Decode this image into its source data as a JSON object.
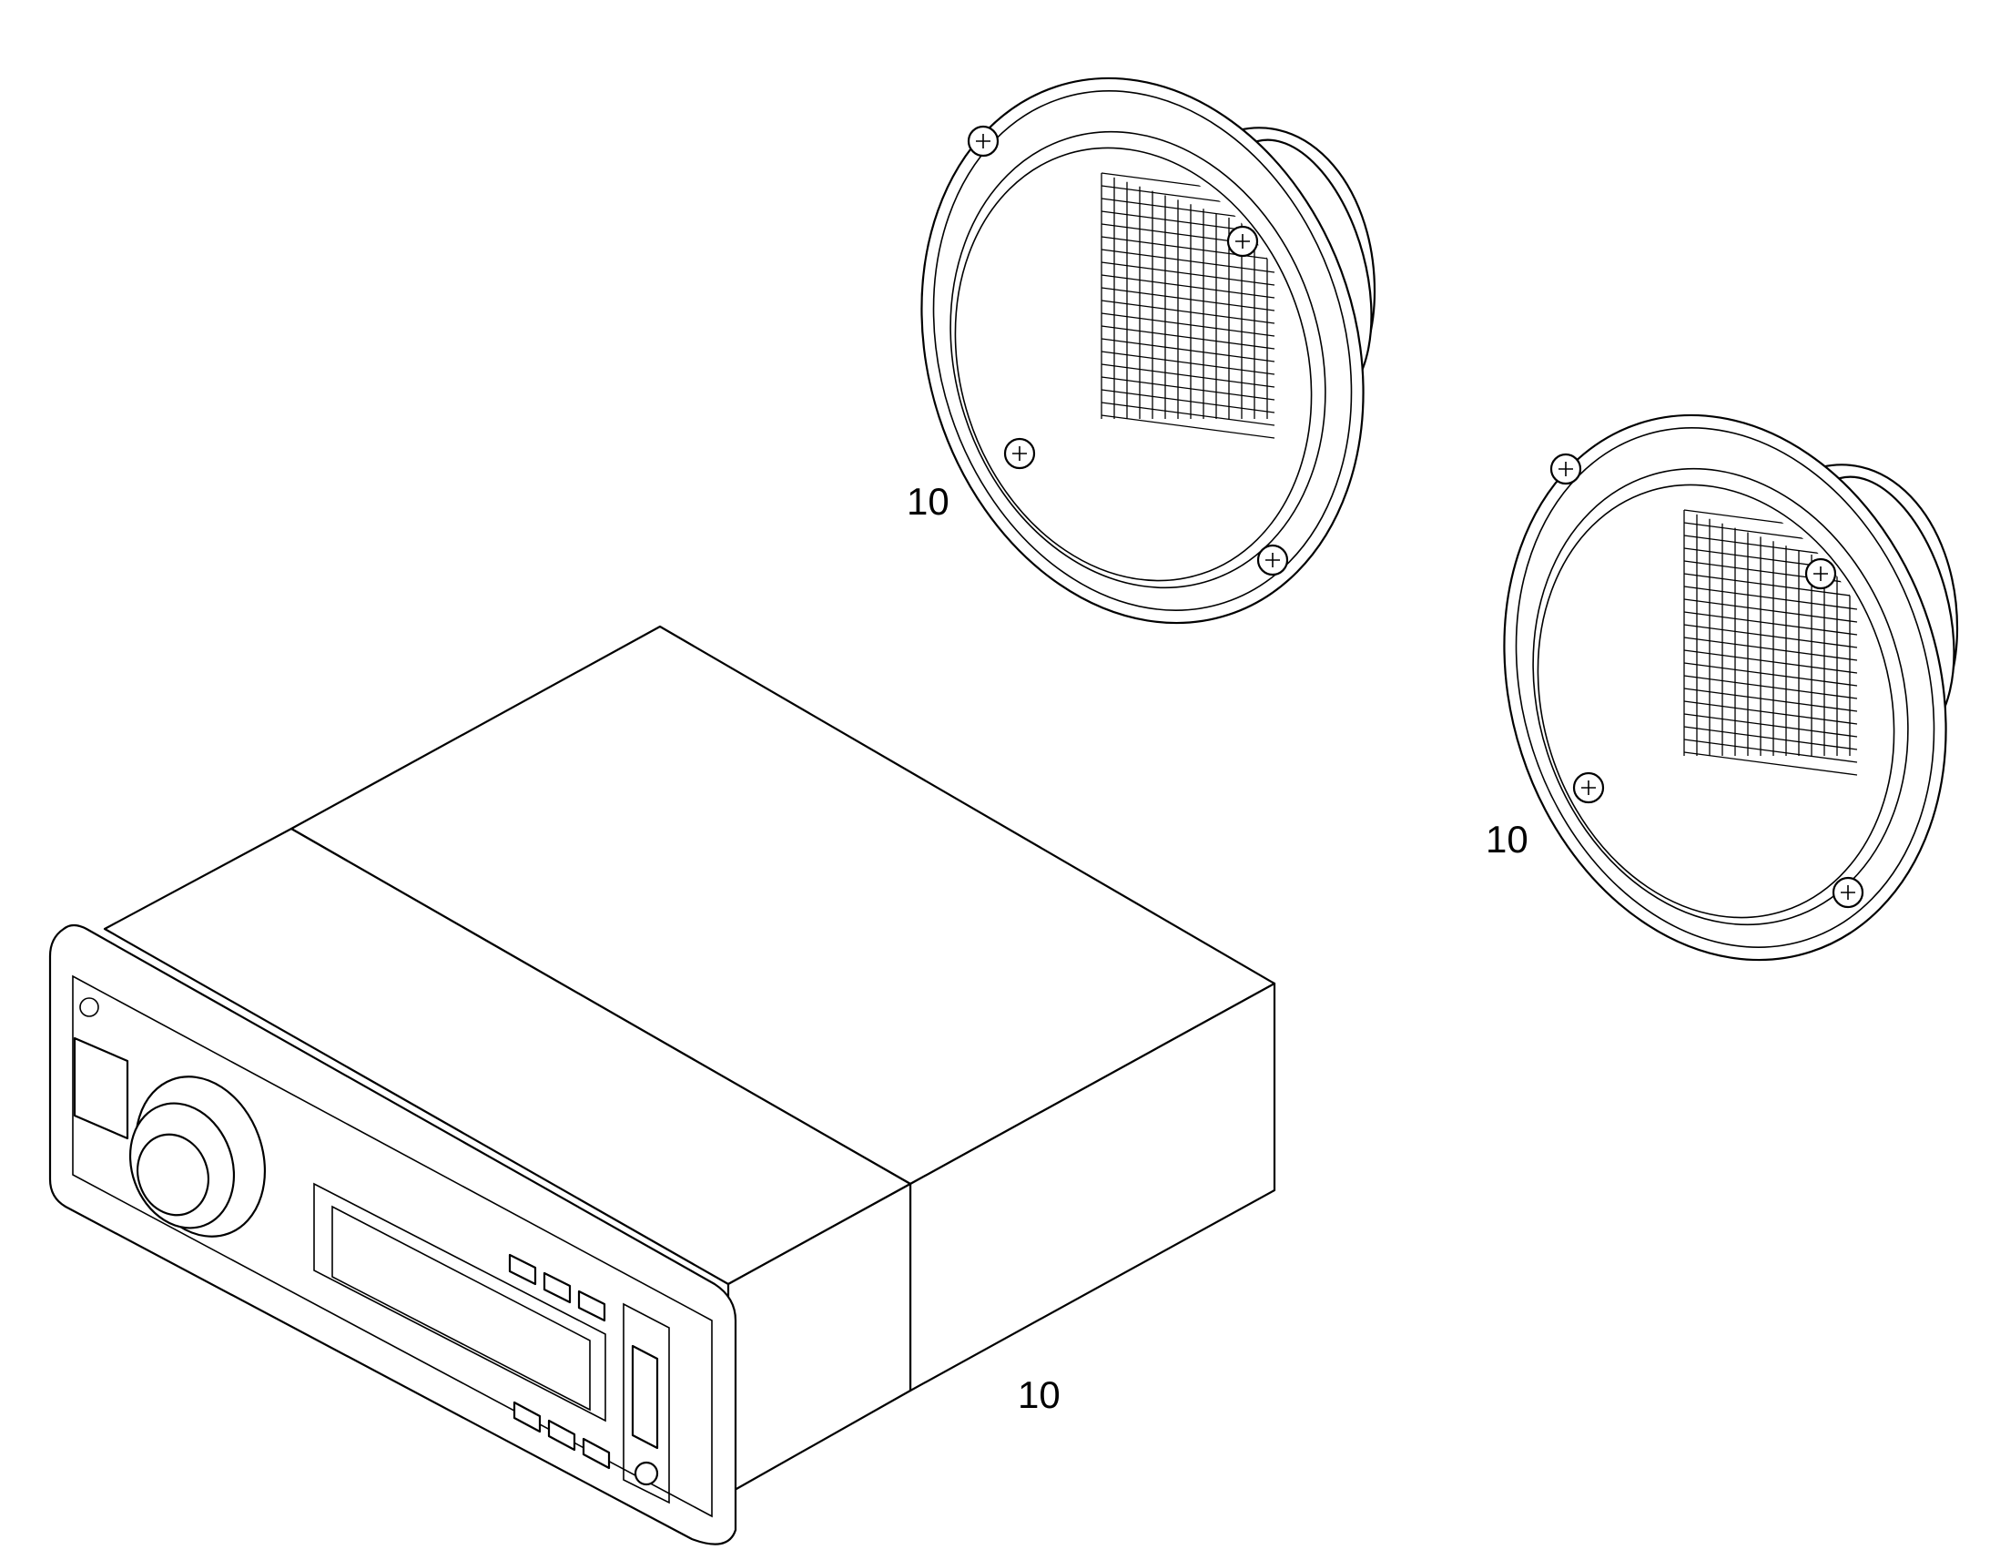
{
  "callouts": [
    {
      "id": "speaker-left",
      "label": "10"
    },
    {
      "id": "speaker-right",
      "label": "10"
    },
    {
      "id": "head-unit",
      "label": "10"
    }
  ],
  "colors": {
    "line": "#000000",
    "background": "#ffffff"
  }
}
